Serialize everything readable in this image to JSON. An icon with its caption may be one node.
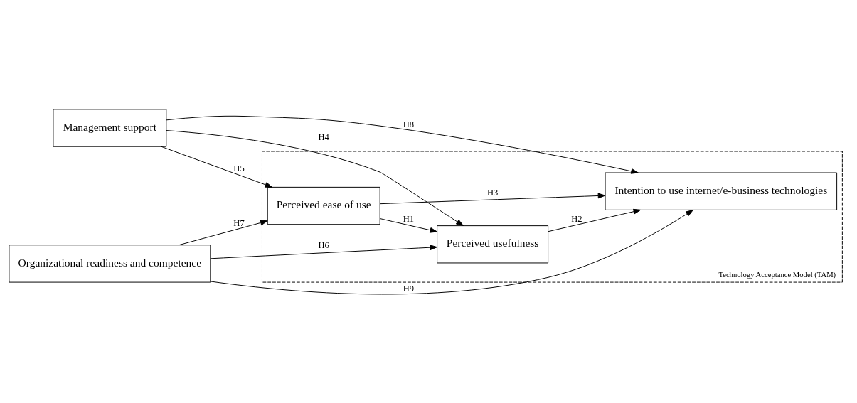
{
  "diagram": {
    "nodes": [
      {
        "text": [
          "Management support"
        ]
      },
      {
        "text": [
          "Organizational readiness and competence"
        ]
      },
      {
        "text": [
          "Technology Acceptance Model (TAM)"
        ]
      },
      {
        "text": [
          "Perceived usefulness"
        ],
        "in": 2
      },
      {
        "text": [
          "Perceived ease of use"
        ],
        "in": 2
      },
      {
        "text": [
          "Intention to use internet/e-business technologies"
        ],
        "in": 2
      }
    ],
    "edges": [
      {
        "from": 4,
        "to": 3,
        "arrow": "to",
        "label": "H1"
      },
      {
        "from": 3,
        "to": 5,
        "arrow": "to",
        "label": "H2"
      },
      {
        "from": 4,
        "to": 5,
        "arrow": "to",
        "label": "H3"
      },
      {
        "from": 0,
        "to": 3,
        "arrow": "to",
        "label": "H4"
      },
      {
        "from": 0,
        "to": 4,
        "arrow": "to",
        "label": "H5"
      },
      {
        "from": 1,
        "to": 3,
        "arrow": "to",
        "label": "H6"
      },
      {
        "from": 1,
        "to": 4,
        "arrow": "to",
        "label": "H7"
      },
      {
        "from": 0,
        "to": 5,
        "arrow": "to",
        "label": "H8"
      },
      {
        "from": 1,
        "to": 5,
        "arrow": "to",
        "label": "H9"
      }
    ]
  }
}
